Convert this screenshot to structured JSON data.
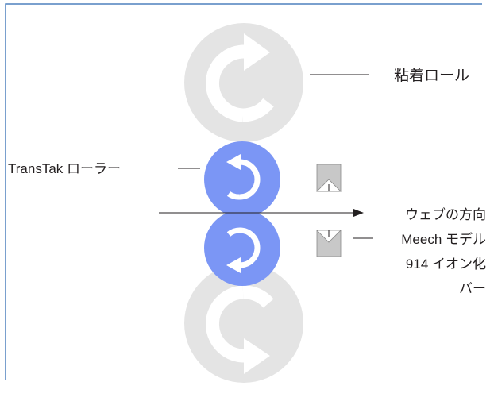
{
  "labels": {
    "adhesive_roll": "粘着ロール",
    "transtak_roller": "TransTak ローラー",
    "web_direction": "ウェブの方向",
    "ionizer_line1": "Meech モデル",
    "ionizer_line2": "914 イオン化",
    "ionizer_line3": "バー"
  },
  "icons": {
    "adhesive_roll": "rotating-roll-icon",
    "transtak_roller": "rotating-roller-icon",
    "ionizer_bar": "ionizer-bar-icon",
    "web_arrow": "arrow-right-icon"
  },
  "colors": {
    "frame": "#4f81bd",
    "adhesive_roll": "#e4e4e4",
    "transtak_roller": "#7b96f5",
    "ionizer": "#c8c8c8",
    "leader_line": "#231f20"
  }
}
